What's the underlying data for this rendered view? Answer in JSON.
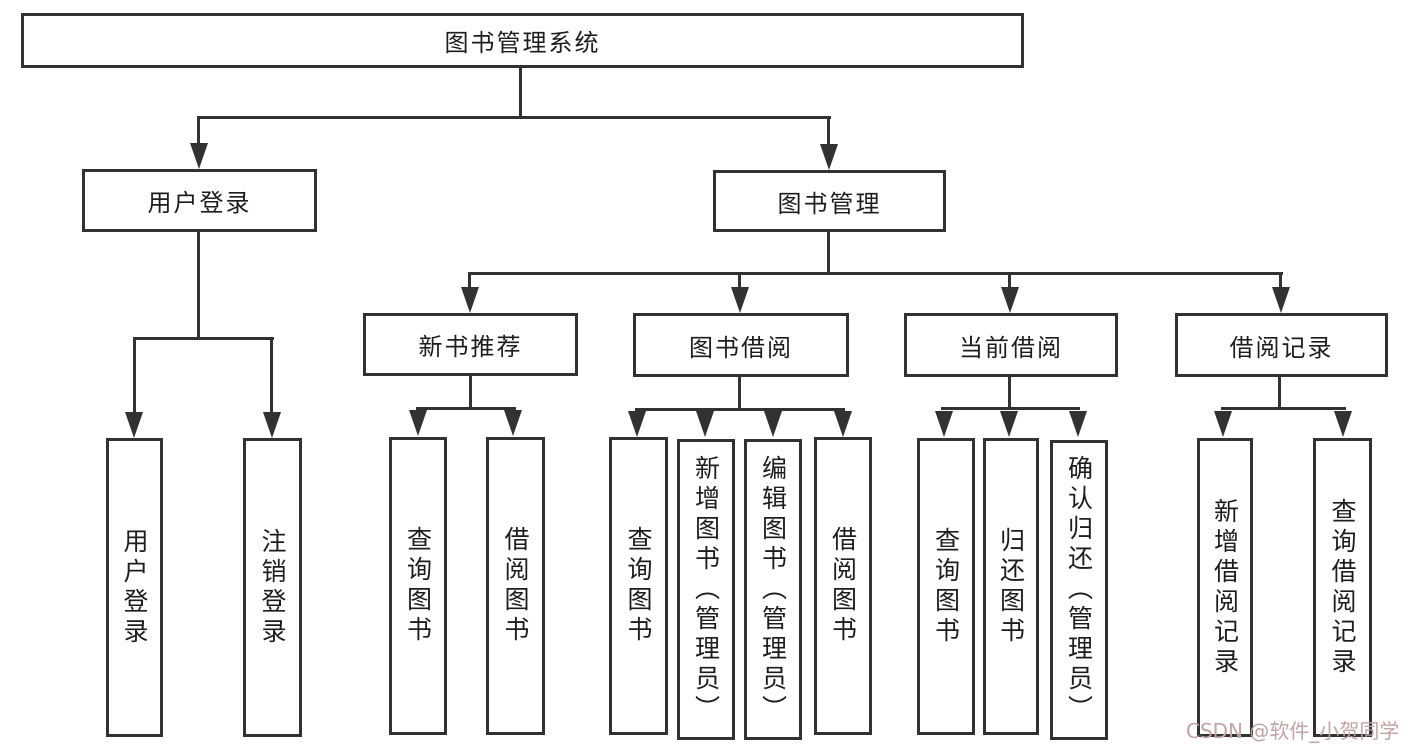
{
  "tree": {
    "root": "图书管理系统",
    "user_login": {
      "label": "用户登录",
      "children": [
        "用户登录",
        "注销登录"
      ]
    },
    "book_management": {
      "label": "图书管理",
      "sections": [
        {
          "label": "新书推荐",
          "children": [
            "查询图书",
            "借阅图书"
          ]
        },
        {
          "label": "图书借阅",
          "children": [
            "查询图书",
            "新增图书（管理员）",
            "编辑图书（管理员）",
            "借阅图书"
          ]
        },
        {
          "label": "当前借阅",
          "children": [
            "查询图书",
            "归还图书",
            "确认归还（管理员）"
          ]
        },
        {
          "label": "借阅记录",
          "children": [
            "新增借阅记录",
            "查询借阅记录"
          ]
        }
      ]
    }
  },
  "watermark": "CSDN @软件_小贺同学",
  "colors": {
    "line": "#323232",
    "text": "#1d1d1d",
    "watermark": "#c2a4a4",
    "background": "#ffffff"
  }
}
